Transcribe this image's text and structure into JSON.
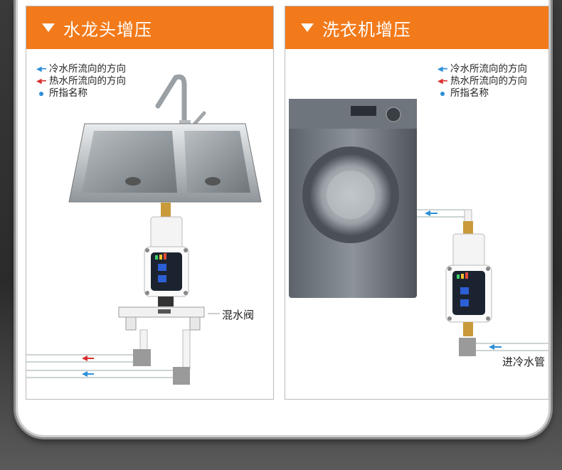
{
  "left_panel": {
    "title": "水龙头增压",
    "legend": {
      "cold": "冷水所流向的方向",
      "hot": "热水所流向的方向",
      "name": "所指名称"
    },
    "label_valve": "混水阀"
  },
  "right_panel": {
    "title": "洗衣机增压",
    "legend": {
      "cold": "冷水所流向的方向",
      "hot": "热水所流向的方向",
      "name": "所指名称"
    },
    "label_inlet": "进冷水管"
  },
  "colors": {
    "accent": "#f27a1a",
    "cold": "#2b8fd6",
    "hot": "#d83030"
  },
  "icons": {
    "cold_arrow": "arrow-left-blue",
    "hot_arrow": "arrow-left-red",
    "name_marker": "blue-dot"
  }
}
